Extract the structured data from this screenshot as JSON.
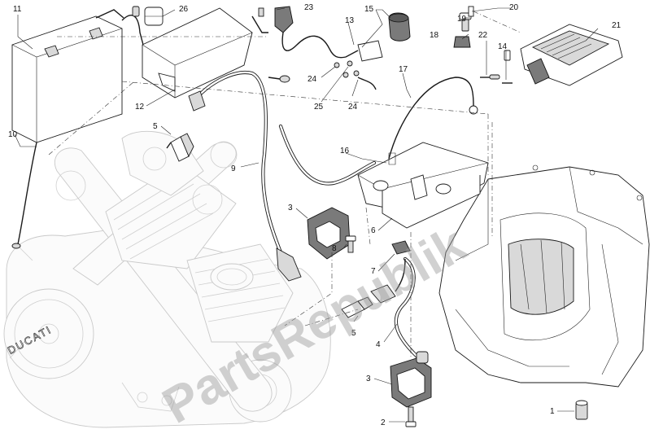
{
  "diagram": {
    "watermark": "PartsRepublik",
    "engine_logo": "DUCATI",
    "callouts": [
      {
        "id": "11",
        "label": "11"
      },
      {
        "id": "26",
        "label": "26"
      },
      {
        "id": "12",
        "label": "12"
      },
      {
        "id": "23",
        "label": "23"
      },
      {
        "id": "13",
        "label": "13"
      },
      {
        "id": "15",
        "label": "15"
      },
      {
        "id": "19",
        "label": "19"
      },
      {
        "id": "20",
        "label": "20"
      },
      {
        "id": "21",
        "label": "21"
      },
      {
        "id": "18",
        "label": "18"
      },
      {
        "id": "22",
        "label": "22"
      },
      {
        "id": "14",
        "label": "14"
      },
      {
        "id": "24a",
        "label": "24"
      },
      {
        "id": "25",
        "label": "25"
      },
      {
        "id": "24b",
        "label": "24"
      },
      {
        "id": "17",
        "label": "17"
      },
      {
        "id": "10",
        "label": "10"
      },
      {
        "id": "5a",
        "label": "5"
      },
      {
        "id": "9",
        "label": "9"
      },
      {
        "id": "16",
        "label": "16"
      },
      {
        "id": "3a",
        "label": "3"
      },
      {
        "id": "8",
        "label": "8"
      },
      {
        "id": "6",
        "label": "6"
      },
      {
        "id": "7",
        "label": "7"
      },
      {
        "id": "5b",
        "label": "5"
      },
      {
        "id": "4",
        "label": "4"
      },
      {
        "id": "3b",
        "label": "3"
      },
      {
        "id": "2",
        "label": "2"
      },
      {
        "id": "1",
        "label": "1"
      }
    ]
  }
}
